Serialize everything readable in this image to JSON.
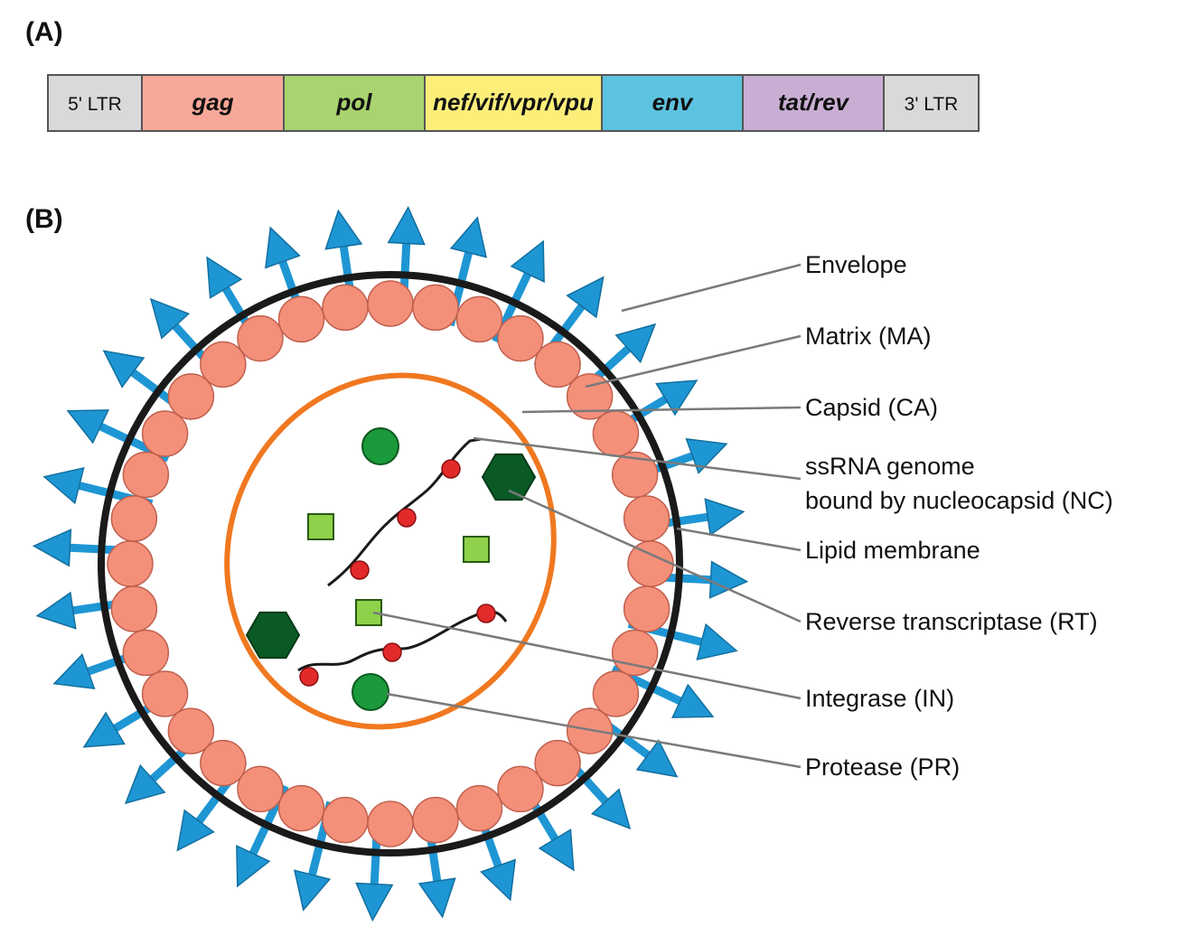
{
  "panel_a": {
    "label": "(A)",
    "segments": [
      {
        "text": "5' LTR",
        "color": "#d9d9d9",
        "style": "ltr"
      },
      {
        "text": "gag",
        "color": "#f8a898",
        "style": "gene"
      },
      {
        "text": "pol",
        "color": "#a9d36e",
        "style": "gene"
      },
      {
        "text": "nef/vif/vpr/vpu",
        "color": "#fdee7a",
        "style": "gene"
      },
      {
        "text": "env",
        "color": "#5cc3e0",
        "style": "gene"
      },
      {
        "text": "tat/rev",
        "color": "#c9aed3",
        "style": "gene"
      },
      {
        "text": "3' LTR",
        "color": "#d9d9d9",
        "style": "ltr"
      }
    ]
  },
  "panel_b": {
    "label": "(B)",
    "callouts": [
      {
        "name": "envelope",
        "lines": [
          "Envelope"
        ]
      },
      {
        "name": "matrix",
        "lines": [
          "Matrix (MA)"
        ]
      },
      {
        "name": "capsid",
        "lines": [
          "Capsid (CA)"
        ]
      },
      {
        "name": "ssrna",
        "lines": [
          "ssRNA genome",
          "bound by nucleocapsid (NC)"
        ]
      },
      {
        "name": "lipid-membrane",
        "lines": [
          "Lipid membrane"
        ]
      },
      {
        "name": "reverse-transcriptase",
        "lines": [
          "Reverse transcriptase (RT)"
        ]
      },
      {
        "name": "integrase",
        "lines": [
          "Integrase (IN)"
        ]
      },
      {
        "name": "protease",
        "lines": [
          "Protease (PR)"
        ]
      }
    ],
    "colors": {
      "spike": "#1e96d4",
      "matrix_bead": "#f4907a",
      "membrane": "#1a1a1a",
      "capsid": "#f07820",
      "rt": "#0b5a26",
      "integrase": "#8ed14a",
      "protease": "#1a9a3a",
      "nc_bead": "#e32a2a"
    }
  }
}
